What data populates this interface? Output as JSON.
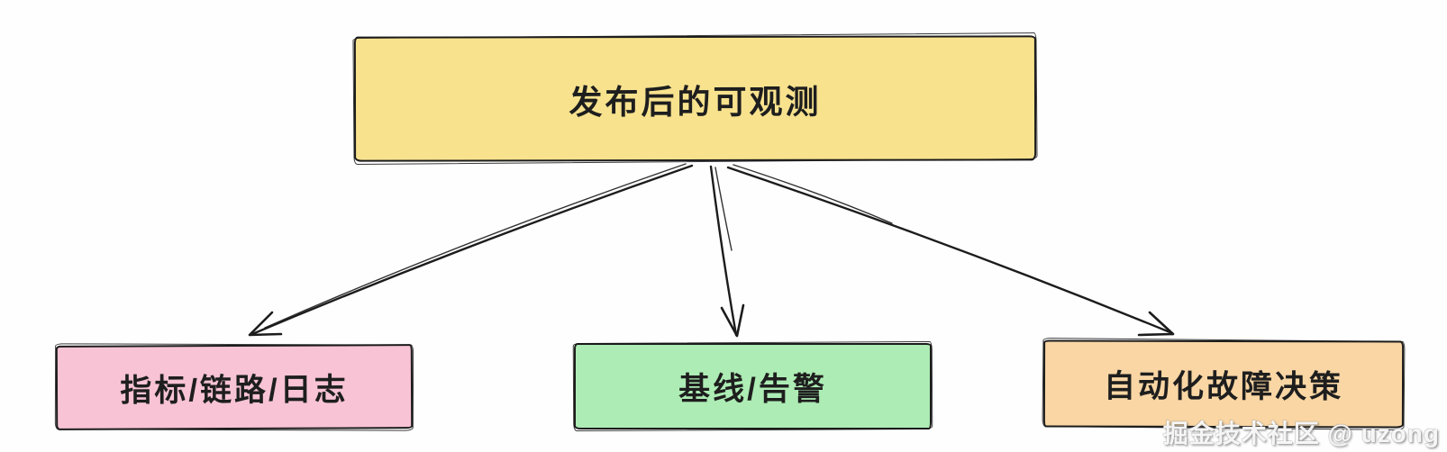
{
  "diagram": {
    "root": {
      "label": "发布后的可观测",
      "fill": "#F8E28E"
    },
    "children": [
      {
        "label": "指标/链路/日志",
        "fill": "#F7C3D5"
      },
      {
        "label": "基线/告警",
        "fill": "#ADECB4"
      },
      {
        "label": "自动化故障决策",
        "fill": "#F9D6A4"
      }
    ],
    "edges": [
      {
        "from": "发布后的可观测",
        "to": "指标/链路/日志"
      },
      {
        "from": "发布后的可观测",
        "to": "基线/告警"
      },
      {
        "from": "发布后的可观测",
        "to": "自动化故障决策"
      }
    ],
    "stroke_color": "#1C1C1C",
    "text_color": "#1E1E1E",
    "background": "#FEFEFE"
  },
  "watermark": {
    "text": "掘金技术社区 @ uzong"
  }
}
